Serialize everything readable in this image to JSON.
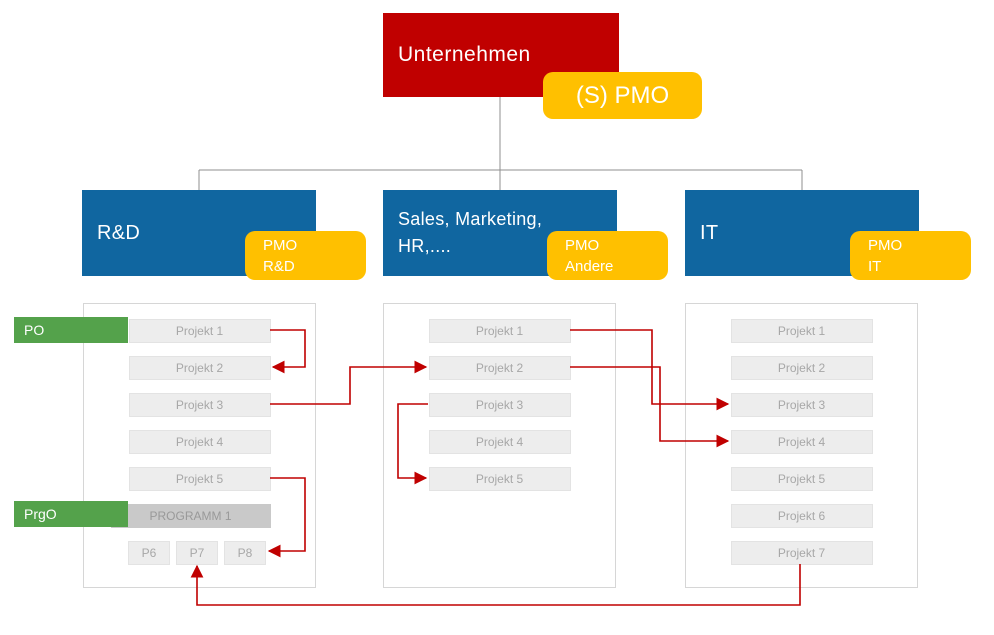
{
  "colors": {
    "root_box": "#C00000",
    "pmo_chip": "#FFC000",
    "department_box": "#1066A0",
    "role_tag": "#54A24B",
    "arrow": "#C00000",
    "project_box_fill": "#EDEDED",
    "program_box_fill": "#C9C9C9"
  },
  "root": {
    "label": "Unternehmen"
  },
  "spmo": {
    "label": "(S) PMO"
  },
  "departments": {
    "rd": {
      "label": "R&D",
      "pmo_line1": "PMO",
      "pmo_line2": "R&D"
    },
    "sales": {
      "label": "Sales, Marketing, HR,....",
      "pmo_line1": "PMO",
      "pmo_line2": "Andere"
    },
    "it": {
      "label": "IT",
      "pmo_line1": "PMO",
      "pmo_line2": "IT"
    }
  },
  "columns": {
    "rd": {
      "projects": [
        "Projekt 1",
        "Projekt 2",
        "Projekt 3",
        "Projekt 4",
        "Projekt 5"
      ],
      "program": "PROGRAMM 1",
      "small": [
        "P6",
        "P7",
        "P8"
      ]
    },
    "sales": {
      "projects": [
        "Projekt 1",
        "Projekt 2",
        "Projekt 3",
        "Projekt 4",
        "Projekt 5"
      ]
    },
    "it": {
      "projects": [
        "Projekt 1",
        "Projekt 2",
        "Projekt 3",
        "Projekt 4",
        "Projekt 5",
        "Projekt 6",
        "Projekt 7"
      ]
    }
  },
  "labels": {
    "po": "PO",
    "prgo": "PrgO"
  },
  "connections": [
    {
      "from": "rd.projekt-1",
      "to": "rd.projekt-2"
    },
    {
      "from": "rd.projekt-3",
      "to": "sales.projekt-2"
    },
    {
      "from": "sales.projekt-3",
      "to": "sales.projekt-5"
    },
    {
      "from": "sales.projekt-1",
      "to": "it.projekt-3"
    },
    {
      "from": "sales.projekt-2",
      "to": "it.projekt-4"
    },
    {
      "from": "rd.projekt-5",
      "to": "rd.p8"
    },
    {
      "from": "it.projekt-7",
      "to": "rd.p7"
    }
  ]
}
